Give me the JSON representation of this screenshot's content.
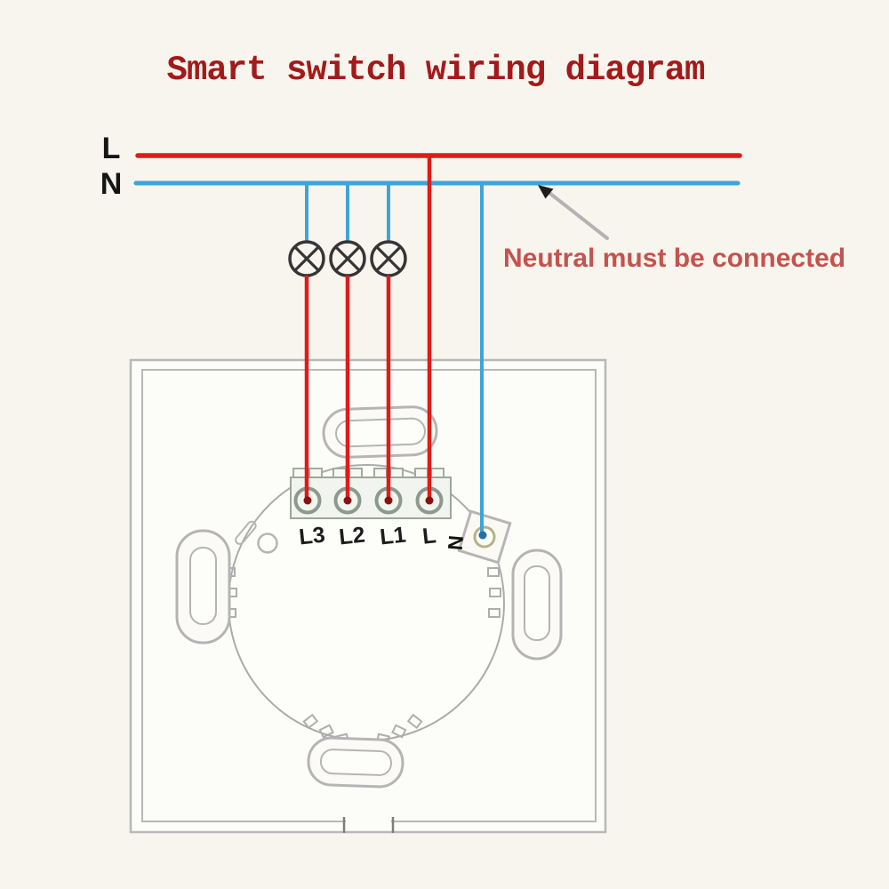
{
  "title": "Smart switch wiring diagram",
  "bus": {
    "live_label": "L",
    "neutral_label": "N"
  },
  "annotation": "Neutral must be connected",
  "lamps": {
    "count": 3,
    "symbol": "circle-with-x-lamp"
  },
  "switch": {
    "terminals": [
      "L3",
      "L2",
      "L1",
      "L"
    ],
    "neutral_terminal_label": "N"
  },
  "colors": {
    "live_wire": "#de1c1a",
    "neutral_wire": "#3fa4d8",
    "title_text": "#a31a1a",
    "annotation_text": "#c4534e",
    "lamp_symbol": "#353535",
    "fixture_outline": "#b5b5b5",
    "live_dot": "#8e0f0f",
    "neutral_dot": "#1f6fa8"
  }
}
